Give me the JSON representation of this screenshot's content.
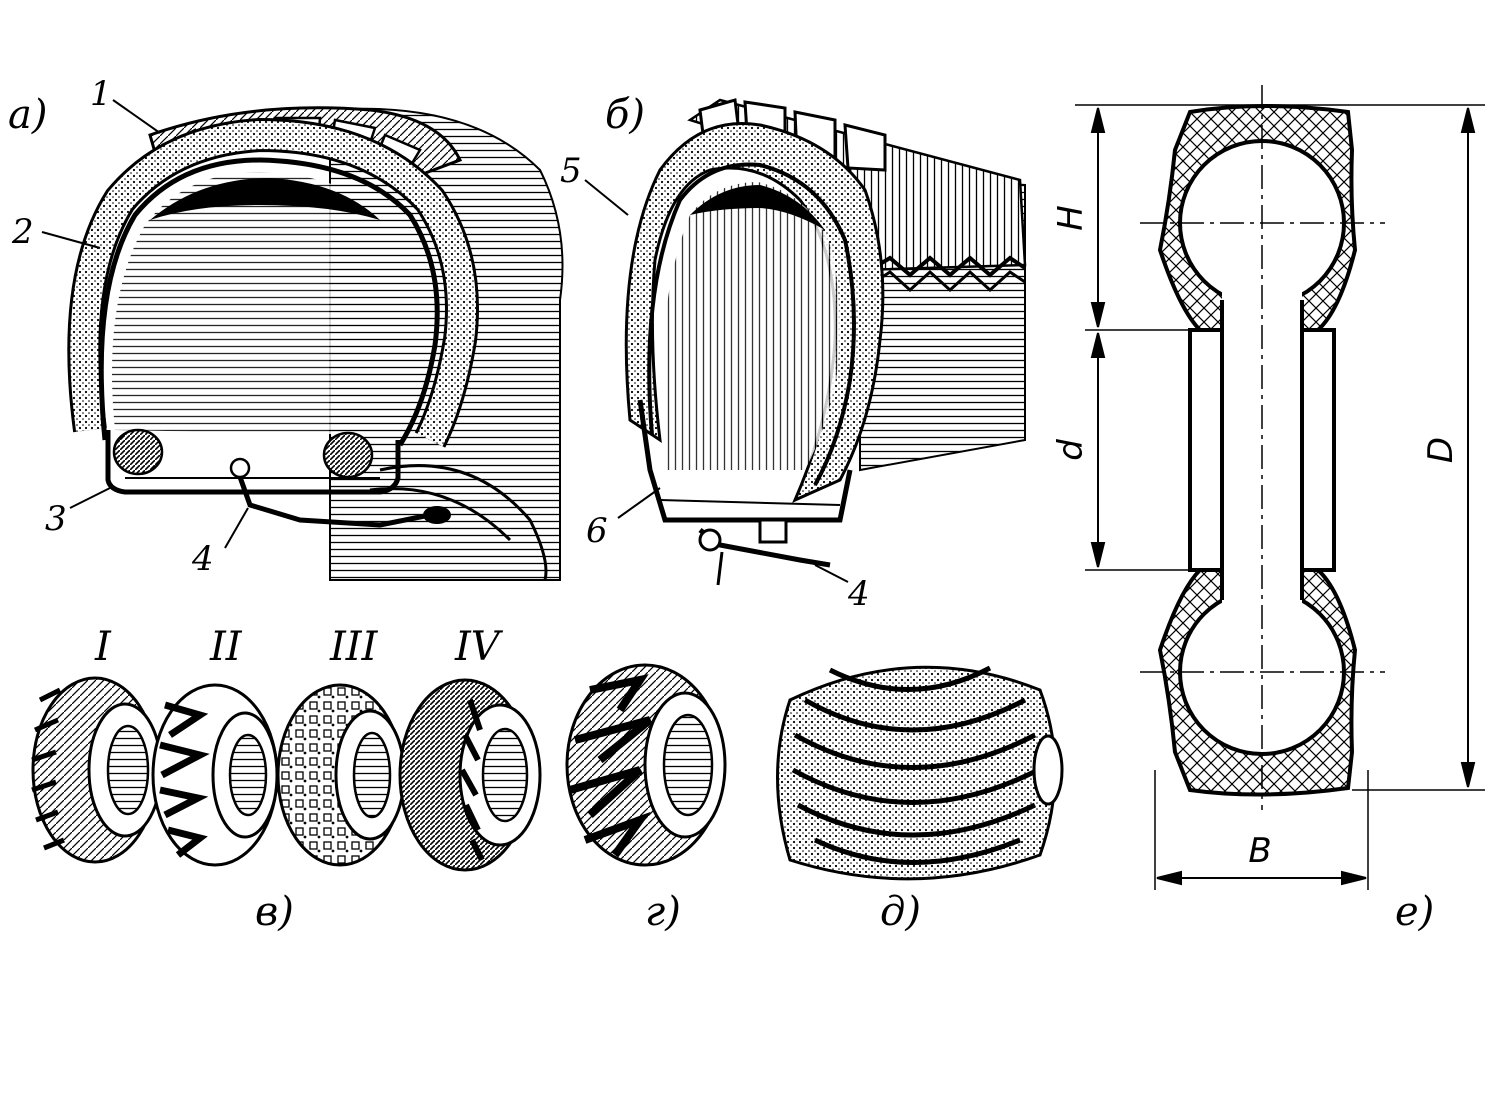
{
  "panels": {
    "a": "а)",
    "b": "б)",
    "v": "в)",
    "g": "г)",
    "d": "д)",
    "e": "е)"
  },
  "callouts": {
    "n1": "1",
    "n2": "2",
    "n3": "3",
    "n4a": "4",
    "n5": "5",
    "n6": "6",
    "n4b": "4"
  },
  "tire_types": [
    "I",
    "II",
    "III",
    "IV"
  ],
  "dimensions": {
    "H": "H",
    "d": "d",
    "D": "D",
    "B": "B"
  }
}
